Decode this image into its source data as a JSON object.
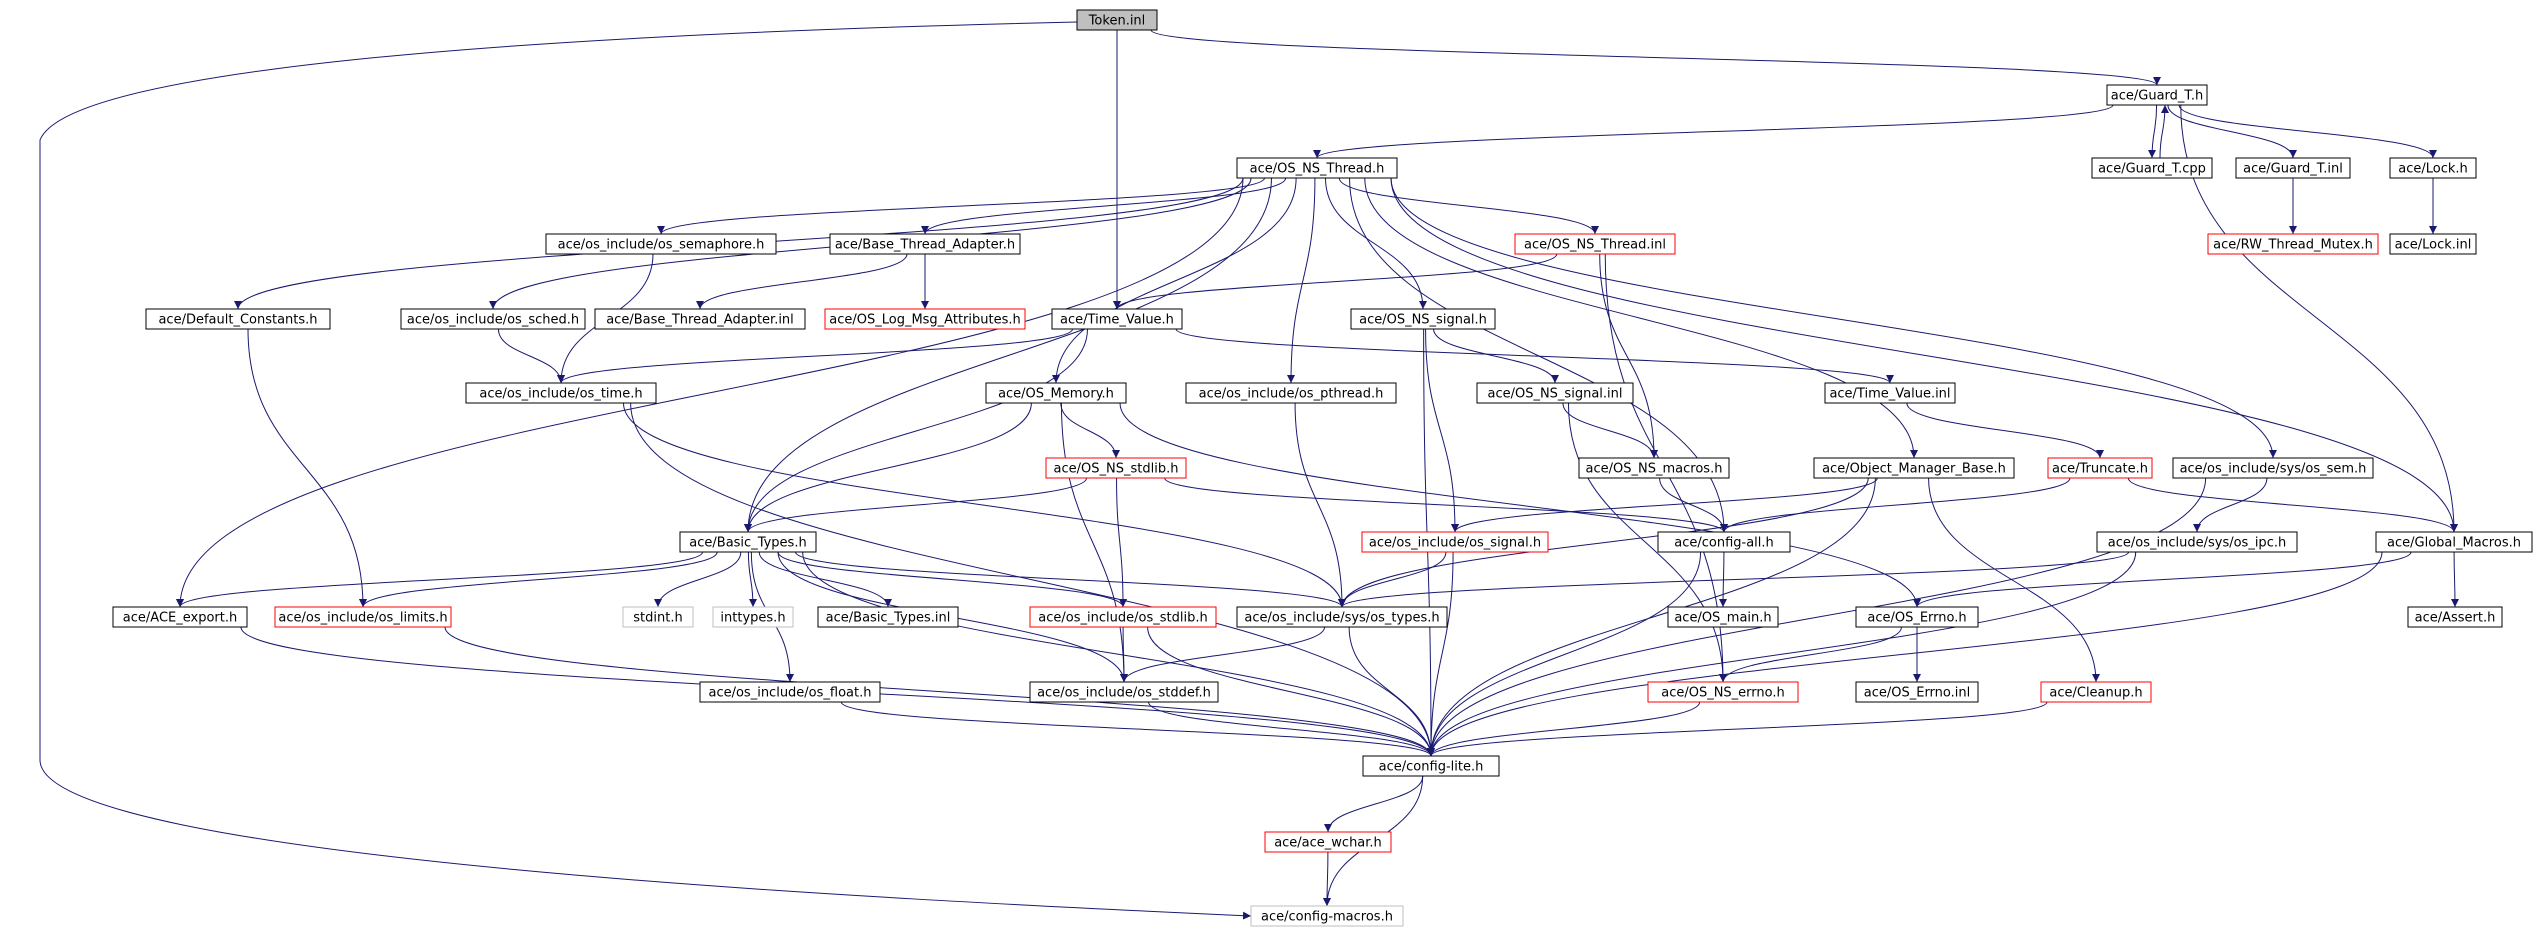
{
  "colors": {
    "edge": "#191970",
    "border_default": "#000000",
    "border_truncated": "#ff0000",
    "border_external": "#bfbfbf",
    "root_fill": "#bfbfbf",
    "node_fill": "#ffffff"
  },
  "nodes": [
    {
      "id": "token_inl",
      "label": "Token.inl",
      "kind": "root"
    },
    {
      "id": "guard_t_h",
      "label": "ace/Guard_T.h",
      "kind": "normal"
    },
    {
      "id": "os_ns_thread_h",
      "label": "ace/OS_NS_Thread.h",
      "kind": "normal"
    },
    {
      "id": "guard_t_cpp",
      "label": "ace/Guard_T.cpp",
      "kind": "normal"
    },
    {
      "id": "guard_t_inl",
      "label": "ace/Guard_T.inl",
      "kind": "normal"
    },
    {
      "id": "lock_h",
      "label": "ace/Lock.h",
      "kind": "normal"
    },
    {
      "id": "os_semaphore_h",
      "label": "ace/os_include/os_semaphore.h",
      "kind": "normal"
    },
    {
      "id": "base_thread_adapter_h",
      "label": "ace/Base_Thread_Adapter.h",
      "kind": "normal"
    },
    {
      "id": "os_ns_thread_inl",
      "label": "ace/OS_NS_Thread.inl",
      "kind": "truncated"
    },
    {
      "id": "rw_thread_mutex_h",
      "label": "ace/RW_Thread_Mutex.h",
      "kind": "truncated"
    },
    {
      "id": "lock_inl",
      "label": "ace/Lock.inl",
      "kind": "normal"
    },
    {
      "id": "default_constants_h",
      "label": "ace/Default_Constants.h",
      "kind": "normal"
    },
    {
      "id": "os_sched_h",
      "label": "ace/os_include/os_sched.h",
      "kind": "normal"
    },
    {
      "id": "base_thread_adapter_inl",
      "label": "ace/Base_Thread_Adapter.inl",
      "kind": "normal"
    },
    {
      "id": "os_log_msg_attributes_h",
      "label": "ace/OS_Log_Msg_Attributes.h",
      "kind": "truncated"
    },
    {
      "id": "time_value_h",
      "label": "ace/Time_Value.h",
      "kind": "normal"
    },
    {
      "id": "os_ns_signal_h",
      "label": "ace/OS_NS_signal.h",
      "kind": "normal"
    },
    {
      "id": "os_time_h",
      "label": "ace/os_include/os_time.h",
      "kind": "normal"
    },
    {
      "id": "os_memory_h",
      "label": "ace/OS_Memory.h",
      "kind": "normal"
    },
    {
      "id": "os_pthread_h",
      "label": "ace/os_include/os_pthread.h",
      "kind": "normal"
    },
    {
      "id": "os_ns_signal_inl",
      "label": "ace/OS_NS_signal.inl",
      "kind": "normal"
    },
    {
      "id": "time_value_inl",
      "label": "ace/Time_Value.inl",
      "kind": "normal"
    },
    {
      "id": "os_ns_stdlib_h",
      "label": "ace/OS_NS_stdlib.h",
      "kind": "truncated"
    },
    {
      "id": "os_ns_macros_h",
      "label": "ace/OS_NS_macros.h",
      "kind": "normal"
    },
    {
      "id": "object_manager_base_h",
      "label": "ace/Object_Manager_Base.h",
      "kind": "normal"
    },
    {
      "id": "truncate_h",
      "label": "ace/Truncate.h",
      "kind": "truncated"
    },
    {
      "id": "os_sem_h",
      "label": "ace/os_include/sys/os_sem.h",
      "kind": "normal"
    },
    {
      "id": "basic_types_h",
      "label": "ace/Basic_Types.h",
      "kind": "normal"
    },
    {
      "id": "os_signal_h",
      "label": "ace/os_include/os_signal.h",
      "kind": "truncated"
    },
    {
      "id": "config_all_h",
      "label": "ace/config-all.h",
      "kind": "normal"
    },
    {
      "id": "os_ipc_h",
      "label": "ace/os_include/sys/os_ipc.h",
      "kind": "normal"
    },
    {
      "id": "global_macros_h",
      "label": "ace/Global_Macros.h",
      "kind": "normal"
    },
    {
      "id": "ace_export_h",
      "label": "ace/ACE_export.h",
      "kind": "normal"
    },
    {
      "id": "os_limits_h",
      "label": "ace/os_include/os_limits.h",
      "kind": "truncated"
    },
    {
      "id": "stdint_h",
      "label": "stdint.h",
      "kind": "external"
    },
    {
      "id": "inttypes_h",
      "label": "inttypes.h",
      "kind": "external"
    },
    {
      "id": "basic_types_inl",
      "label": "ace/Basic_Types.inl",
      "kind": "normal"
    },
    {
      "id": "os_stdlib_h",
      "label": "ace/os_include/os_stdlib.h",
      "kind": "truncated"
    },
    {
      "id": "os_types_h",
      "label": "ace/os_include/sys/os_types.h",
      "kind": "normal"
    },
    {
      "id": "os_main_h",
      "label": "ace/OS_main.h",
      "kind": "normal"
    },
    {
      "id": "os_errno_h",
      "label": "ace/OS_Errno.h",
      "kind": "normal"
    },
    {
      "id": "assert_h",
      "label": "ace/Assert.h",
      "kind": "normal"
    },
    {
      "id": "os_float_h",
      "label": "ace/os_include/os_float.h",
      "kind": "normal"
    },
    {
      "id": "os_stddef_h",
      "label": "ace/os_include/os_stddef.h",
      "kind": "normal"
    },
    {
      "id": "os_ns_errno_h",
      "label": "ace/OS_NS_errno.h",
      "kind": "truncated"
    },
    {
      "id": "os_errno_inl",
      "label": "ace/OS_Errno.inl",
      "kind": "normal"
    },
    {
      "id": "cleanup_h",
      "label": "ace/Cleanup.h",
      "kind": "truncated"
    },
    {
      "id": "config_lite_h",
      "label": "ace/config-lite.h",
      "kind": "normal"
    },
    {
      "id": "ace_wchar_h",
      "label": "ace/ace_wchar.h",
      "kind": "truncated"
    },
    {
      "id": "config_macros_h",
      "label": "ace/config-macros.h",
      "kind": "external"
    }
  ],
  "edges": [
    [
      "token_inl",
      "guard_t_h"
    ],
    [
      "token_inl",
      "time_value_h"
    ],
    [
      "token_inl",
      "config_macros_h"
    ],
    [
      "guard_t_h",
      "os_ns_thread_h"
    ],
    [
      "guard_t_h",
      "guard_t_cpp"
    ],
    [
      "guard_t_h",
      "guard_t_inl"
    ],
    [
      "guard_t_h",
      "lock_h"
    ],
    [
      "guard_t_h",
      "global_macros_h"
    ],
    [
      "guard_t_cpp",
      "guard_t_h"
    ],
    [
      "guard_t_inl",
      "rw_thread_mutex_h"
    ],
    [
      "lock_h",
      "lock_inl"
    ],
    [
      "os_ns_thread_h",
      "os_semaphore_h"
    ],
    [
      "os_ns_thread_h",
      "base_thread_adapter_h"
    ],
    [
      "os_ns_thread_h",
      "os_ns_thread_inl"
    ],
    [
      "os_ns_thread_h",
      "default_constants_h"
    ],
    [
      "os_ns_thread_h",
      "os_sched_h"
    ],
    [
      "os_ns_thread_h",
      "os_ns_signal_h"
    ],
    [
      "os_ns_thread_h",
      "os_memory_h"
    ],
    [
      "os_ns_thread_h",
      "os_pthread_h"
    ],
    [
      "os_ns_thread_h",
      "basic_types_h"
    ],
    [
      "os_ns_thread_h",
      "config_all_h"
    ],
    [
      "os_ns_thread_h",
      "object_manager_base_h"
    ],
    [
      "os_ns_thread_h",
      "os_sem_h"
    ],
    [
      "os_ns_thread_h",
      "global_macros_h"
    ],
    [
      "os_ns_thread_h",
      "ace_export_h"
    ],
    [
      "os_semaphore_h",
      "os_time_h"
    ],
    [
      "os_sched_h",
      "os_time_h"
    ],
    [
      "base_thread_adapter_h",
      "base_thread_adapter_inl"
    ],
    [
      "base_thread_adapter_h",
      "os_log_msg_attributes_h"
    ],
    [
      "os_ns_thread_inl",
      "time_value_h"
    ],
    [
      "os_ns_thread_inl",
      "os_ns_macros_h"
    ],
    [
      "os_ns_thread_inl",
      "os_ns_errno_h"
    ],
    [
      "default_constants_h",
      "os_limits_h"
    ],
    [
      "time_value_h",
      "os_time_h"
    ],
    [
      "time_value_h",
      "time_value_inl"
    ],
    [
      "time_value_h",
      "basic_types_h"
    ],
    [
      "os_time_h",
      "os_types_h"
    ],
    [
      "os_time_h",
      "config_lite_h"
    ],
    [
      "os_ns_signal_h",
      "os_ns_signal_inl"
    ],
    [
      "os_ns_signal_h",
      "os_signal_h"
    ],
    [
      "os_ns_signal_h",
      "config_lite_h"
    ],
    [
      "os_ns_signal_inl",
      "os_ns_macros_h"
    ],
    [
      "os_ns_signal_inl",
      "os_ns_errno_h"
    ],
    [
      "os_memory_h",
      "os_ns_stdlib_h"
    ],
    [
      "os_memory_h",
      "basic_types_h"
    ],
    [
      "os_memory_h",
      "os_errno_h"
    ],
    [
      "os_memory_h",
      "os_stddef_h"
    ],
    [
      "os_pthread_h",
      "os_types_h"
    ],
    [
      "os_ns_stdlib_h",
      "basic_types_h"
    ],
    [
      "os_ns_stdlib_h",
      "os_stdlib_h"
    ],
    [
      "os_ns_stdlib_h",
      "config_all_h"
    ],
    [
      "os_ns_macros_h",
      "config_all_h"
    ],
    [
      "time_value_inl",
      "truncate_h"
    ],
    [
      "object_manager_base_h",
      "os_signal_h"
    ],
    [
      "object_manager_base_h",
      "os_types_h"
    ],
    [
      "object_manager_base_h",
      "cleanup_h"
    ],
    [
      "object_manager_base_h",
      "config_lite_h"
    ],
    [
      "truncate_h",
      "config_all_h"
    ],
    [
      "truncate_h",
      "global_macros_h"
    ],
    [
      "os_sem_h",
      "os_ipc_h"
    ],
    [
      "os_sem_h",
      "config_lite_h"
    ],
    [
      "os_ipc_h",
      "os_types_h"
    ],
    [
      "os_ipc_h",
      "config_lite_h"
    ],
    [
      "global_macros_h",
      "os_errno_h"
    ],
    [
      "global_macros_h",
      "assert_h"
    ],
    [
      "global_macros_h",
      "config_lite_h"
    ],
    [
      "basic_types_h",
      "ace_export_h"
    ],
    [
      "basic_types_h",
      "os_limits_h"
    ],
    [
      "basic_types_h",
      "stdint_h"
    ],
    [
      "basic_types_h",
      "inttypes_h"
    ],
    [
      "basic_types_h",
      "basic_types_inl"
    ],
    [
      "basic_types_h",
      "os_stdlib_h"
    ],
    [
      "basic_types_h",
      "os_types_h"
    ],
    [
      "basic_types_h",
      "os_float_h"
    ],
    [
      "basic_types_h",
      "os_stddef_h"
    ],
    [
      "basic_types_h",
      "config_lite_h"
    ],
    [
      "os_signal_h",
      "os_types_h"
    ],
    [
      "os_signal_h",
      "config_lite_h"
    ],
    [
      "config_all_h",
      "os_main_h"
    ],
    [
      "config_all_h",
      "config_lite_h"
    ],
    [
      "ace_export_h",
      "config_lite_h"
    ],
    [
      "os_limits_h",
      "config_lite_h"
    ],
    [
      "os_stdlib_h",
      "os_stddef_h"
    ],
    [
      "os_stdlib_h",
      "config_lite_h"
    ],
    [
      "os_types_h",
      "os_stddef_h"
    ],
    [
      "os_types_h",
      "config_lite_h"
    ],
    [
      "os_errno_h",
      "os_ns_errno_h"
    ],
    [
      "os_errno_h",
      "os_errno_inl"
    ],
    [
      "os_float_h",
      "config_lite_h"
    ],
    [
      "os_stddef_h",
      "config_lite_h"
    ],
    [
      "os_ns_errno_h",
      "config_lite_h"
    ],
    [
      "cleanup_h",
      "config_lite_h"
    ],
    [
      "config_lite_h",
      "ace_wchar_h"
    ],
    [
      "config_lite_h",
      "config_macros_h"
    ],
    [
      "ace_wchar_h",
      "config_macros_h"
    ]
  ]
}
